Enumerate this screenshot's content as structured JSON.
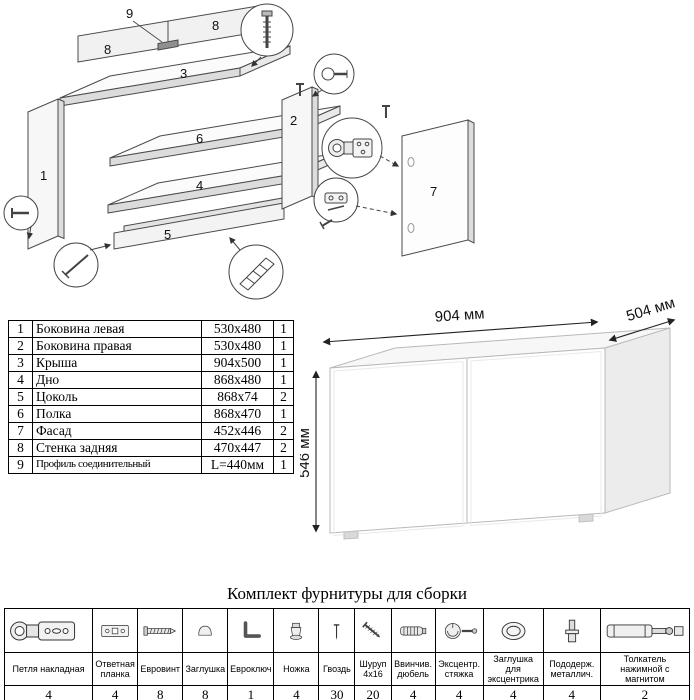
{
  "exploded": {
    "labels": [
      "9",
      "8",
      "8",
      "3",
      "1",
      "2",
      "6",
      "4",
      "5",
      "7"
    ]
  },
  "parts_table": {
    "rows": [
      [
        "1",
        "Боковина левая",
        "530x480",
        "1"
      ],
      [
        "2",
        "Боковина правая",
        "530x480",
        "1"
      ],
      [
        "3",
        "Крыша",
        "904x500",
        "1"
      ],
      [
        "4",
        "Дно",
        "868x480",
        "1"
      ],
      [
        "5",
        "Цоколь",
        "868x74",
        "2"
      ],
      [
        "6",
        "Полка",
        "868x470",
        "1"
      ],
      [
        "7",
        "Фасад",
        "452x446",
        "2"
      ],
      [
        "8",
        "Стенка задняя",
        "470x447",
        "2"
      ],
      [
        "9",
        "Профиль соединительный",
        "L=440мм",
        "1"
      ]
    ]
  },
  "cabinet": {
    "width_label": "904 мм",
    "depth_label": "504 мм",
    "height_label": "546 мм"
  },
  "hardware": {
    "title": "Комплект фурнитуры для сборки",
    "items": [
      {
        "name": "Петля накладная",
        "qty": "4",
        "icon": "hinge-icon"
      },
      {
        "name": "Ответная планка",
        "qty": "4",
        "icon": "strike-plate-icon"
      },
      {
        "name": "Евровинт",
        "qty": "8",
        "icon": "confirmat-screw-icon"
      },
      {
        "name": "Заглушка",
        "qty": "8",
        "icon": "cap-icon"
      },
      {
        "name": "Евроключ",
        "qty": "1",
        "icon": "hex-key-icon"
      },
      {
        "name": "Ножка",
        "qty": "4",
        "icon": "foot-icon"
      },
      {
        "name": "Гвоздь",
        "qty": "30",
        "icon": "nail-icon"
      },
      {
        "name": "Шуруп 4x16",
        "qty": "20",
        "icon": "screw-icon"
      },
      {
        "name": "Ввинчив. дюбель",
        "qty": "4",
        "icon": "dowel-icon"
      },
      {
        "name": "Эксцентр. стяжка",
        "qty": "4",
        "icon": "cam-lock-icon"
      },
      {
        "name": "Заглушка для эксцентрика",
        "qty": "4",
        "icon": "cam-cap-icon"
      },
      {
        "name": "Пододерж. металлич.",
        "qty": "4",
        "icon": "shelf-support-icon"
      },
      {
        "name": "Толкатель нажимной с магнитом",
        "qty": "2",
        "icon": "push-latch-icon"
      }
    ]
  }
}
